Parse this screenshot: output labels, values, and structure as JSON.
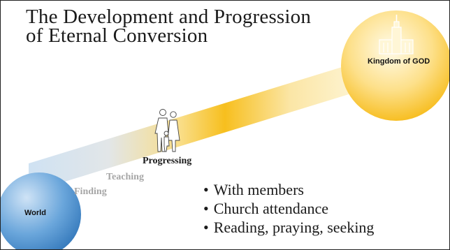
{
  "slide": {
    "title_line1": "The Development and Progression",
    "title_line2": "of Eternal Conversion"
  },
  "stages": {
    "world": "World",
    "finding": "Finding",
    "teaching": "Teaching",
    "progressing": "Progressing",
    "kingdom": "Kingdom of GOD"
  },
  "bullets": [
    "With members",
    "Church attendance",
    "Reading, praying, seeking"
  ],
  "icons": {
    "figures": "family-silhouette-icon",
    "temple": "temple-icon"
  },
  "colors": {
    "world_circle": "#3f86c8",
    "kingdom_circle": "#f5b300",
    "path_mid": "#f7bf1e",
    "stage_gray": "#a6a6a6"
  }
}
